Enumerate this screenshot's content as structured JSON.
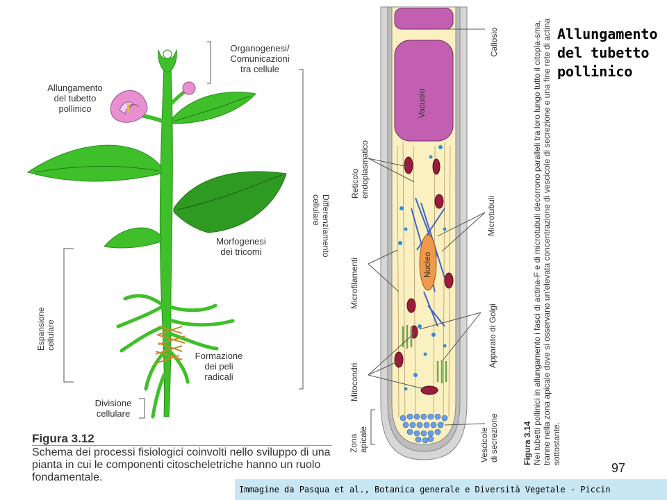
{
  "title": "Allungamento\ndel tubetto\npollinico",
  "page_number": "97",
  "credit": "Immagine da Pasqua et al., Botanica generale e Diversità Vegetale - Piccin",
  "figure_312": {
    "label": "Figura 3.12",
    "caption": "Schema dei processi fisiologici coinvolti nello sviluppo di una pianta in cui le componenti citoscheletriche hanno un ruolo fondamentale.",
    "labels": {
      "organogenesi": "Organogenesi/\nComunicazioni\ntra cellule",
      "allungamento": "Allungamento\ndel tubetto\npollinico",
      "differenziamento": "Differenziamento\ncellulare",
      "morfogenesi": "Morfogenesi\ndei tricomi",
      "espansione": "Espansione\ncellulare",
      "peli": "Formazione\ndei peli\nradicali",
      "divisione": "Divisione\ncellulare"
    }
  },
  "figure_314": {
    "label": "Figura 3.14",
    "caption": "Nei tubetti pollinici in allungamento i fasci di actina-F e di microtubuli decorrono paralleli tra loro lungo tutto il citopla-sma, tranne nella zona apicale dove si osservano un'elevata concentrazione di vescicole di secrezione e una fine rete di actina sottostante.",
    "labels": {
      "callosio": "Callosio",
      "vacuolo": "Vacuolo",
      "reticolo": "Reticolo\nendoplasmatico",
      "microtubuli": "Microtubuli",
      "microfilamenti": "Microfilamenti",
      "nucleo": "Nucleo",
      "golgi": "Apparato di Golgi",
      "mitocondri": "Mitocondri",
      "zona": "Zona\napicale",
      "vescicole": "Vescicole\ndi secrezione"
    }
  },
  "colors": {
    "plant_green": "#3fbf2a",
    "flower_pink": "#e88fd0",
    "vacuole": "#c25fb0",
    "cytoplasm": "#faf0c0",
    "wall": "#c8c8c8",
    "mitochondria": "#9a1b3a",
    "vesicle": "#2e8fd8",
    "golgi": "#8cc76a",
    "nucleus": "#ee9a48",
    "credit_bg": "#c9e6f3"
  }
}
